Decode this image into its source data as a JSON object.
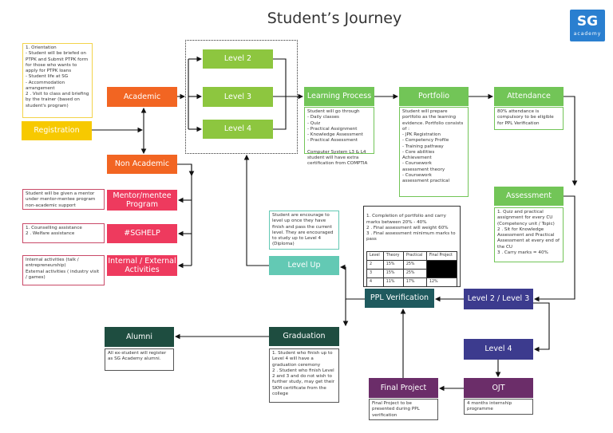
{
  "title": "Student’s Journey",
  "logo": {
    "text": "SG academy",
    "sg": "SG",
    "academy": "academy"
  },
  "colors": {
    "registration": "#f7c900",
    "academic": "#f26522",
    "levels": "#8dc63f",
    "process": "#72c557",
    "nonacademic_support": "#ee3a5e",
    "levelup": "#63c9b4",
    "ppl": "#1f5a5e",
    "graduation": "#1e4d40",
    "level_purple": "#3c3b8e",
    "project": "#6b2d69"
  },
  "nodes": {
    "registration": "Registration",
    "academic": "Academic",
    "non_academic": "Non Academic",
    "level2": "Level 2",
    "level3": "Level 3",
    "level4": "Level 4",
    "learning": "Learning Process",
    "portfolio": "Portfolio",
    "attendance": "Attendance",
    "assessment": "Assessment",
    "mentor": "Mentor/mentee Program",
    "sghelp": "#SGHELP",
    "activities": "Internal / External Activities",
    "level_up": "Level Up",
    "ppl": "PPL Verification",
    "level23": "Level 2 / Level 3",
    "level4b": "Level 4",
    "ojt": "OJT",
    "final_project": "Final Project",
    "graduation": "Graduation",
    "alumni": "Alumni"
  },
  "notes": {
    "orientation": "1. Orientation\n- Student will be briefed on PTPK and Submit PTPK form for those who wants to apply for PTPK loans\n- Student life at SG\n- Accommodation\n   arrangement\n2 . Visit to class and briefing by the trainer (based on student's program)",
    "mentor": "Student will be given  a mentor under  mentor-mentee program non-academic support",
    "sghelp": "1. Counselling assistance\n2 . Welfare assistance",
    "activities": "Internal activities (talk / entrepreneurship)\nExternal activities ( industry visit / games)",
    "learning": "Student will go through\n- Daily classes\n- Quiz\n- Practical Assignment\n- Knowledge Assessment\n- Practical Assessment\n\nComputer System L3 & L4 student will have extra certification from COMPTIA",
    "portfolio": "Student will prepare portfolio as the learning evidence. Portfolio consists of :\n- JPK Registration\n- Competency Profile\n- Training pathway\n- Core abilities\n   Achievement\n- Coursework\n   assessment theory\n- Coursework\n   assessment practical",
    "attendance": "80% attendance is compulsory to be eligible for PPL Verification",
    "assessment": "1. Quiz and practical assignment for every CU (Competency unit / Topic)\n2 . Sit for Knowledge Assessment and Practical Assessment at every end of the CU\n3 . Carry marks = 40%",
    "level_up": "Student are encourage to level up once they have finish and pass the current level. They are encouraged to study up to Level 4 (Diploma)",
    "carry": "1. Completion of portfolio and carry marks between 20% - 40%\n2 . Final assessment will weight 60%\n3 . Final assessment minimum marks to pass",
    "graduation": "1. Student who finish up to Level 4 will have a graduation ceremony\n2 . Student who finish Level 2 and 3 and do not wish to further study, may get their SKM certificate from the college",
    "alumni": "All ex-student will register as SG Academy alumni.",
    "final_project": "Final Project to be presented during PPL verification",
    "ojt": "4 months internship programme"
  },
  "marks_table": {
    "headers": [
      "Level",
      "Theory",
      "Practical",
      "Final Project"
    ],
    "rows": [
      [
        "2",
        "15%",
        "25%",
        ""
      ],
      [
        "3",
        "15%",
        "25%",
        ""
      ],
      [
        "4",
        "11%",
        "17%",
        "12%"
      ]
    ]
  }
}
